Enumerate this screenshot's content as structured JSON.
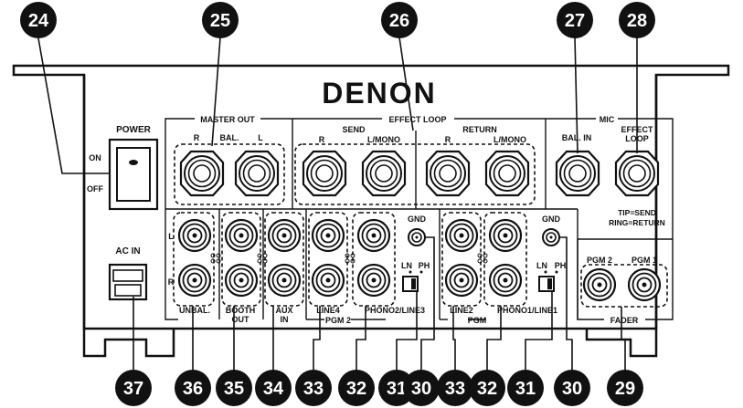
{
  "brand": "DENON",
  "labels": {
    "power": "POWER",
    "on": "ON",
    "off": "OFF",
    "ac_in": "AC IN",
    "master_out": "MASTER OUT",
    "master_r": "R",
    "master_bal": "BAL.",
    "master_l": "L",
    "effect_loop": "EFFECT LOOP",
    "send": "SEND",
    "send_r": "R",
    "send_lmono": "L/MONO",
    "return": "RETURN",
    "return_r": "R",
    "return_lmono": "L/MONO",
    "mic": "MIC",
    "mic_bal_in": "BAL. IN",
    "mic_effect_1": "EFFECT",
    "mic_effect_2": "LOOP",
    "tip_send": "TIP=SEND",
    "ring_return": "RING=RETURN",
    "l": "L",
    "r": "R",
    "unbal": "UNBAL.",
    "booth_1": "BOOTH",
    "booth_2": "OUT",
    "aux_1": "AUX",
    "aux_2": "IN",
    "line4": "LINE4",
    "phono2_line3": "PHONO2/LINE3",
    "pgm2": "PGM 2",
    "gnd_left": "GND",
    "ln_left": "LN",
    "ph_left": "PH",
    "line2": "LINE2",
    "phono1_line1": "PHONO1/LINE1",
    "pgm": "PGM",
    "gnd_right": "GND",
    "ln_right": "LN",
    "ph_right": "PH",
    "fader_pgm2": "PGM 2",
    "fader_pgm1": "PGM 1",
    "fader": "FADER"
  },
  "callouts": {
    "top": [
      "24",
      "25",
      "26",
      "27",
      "28"
    ],
    "bottom": [
      "37",
      "36",
      "35",
      "34",
      "33",
      "32",
      "31",
      "30",
      "33",
      "32",
      "31",
      "30",
      "29"
    ]
  }
}
